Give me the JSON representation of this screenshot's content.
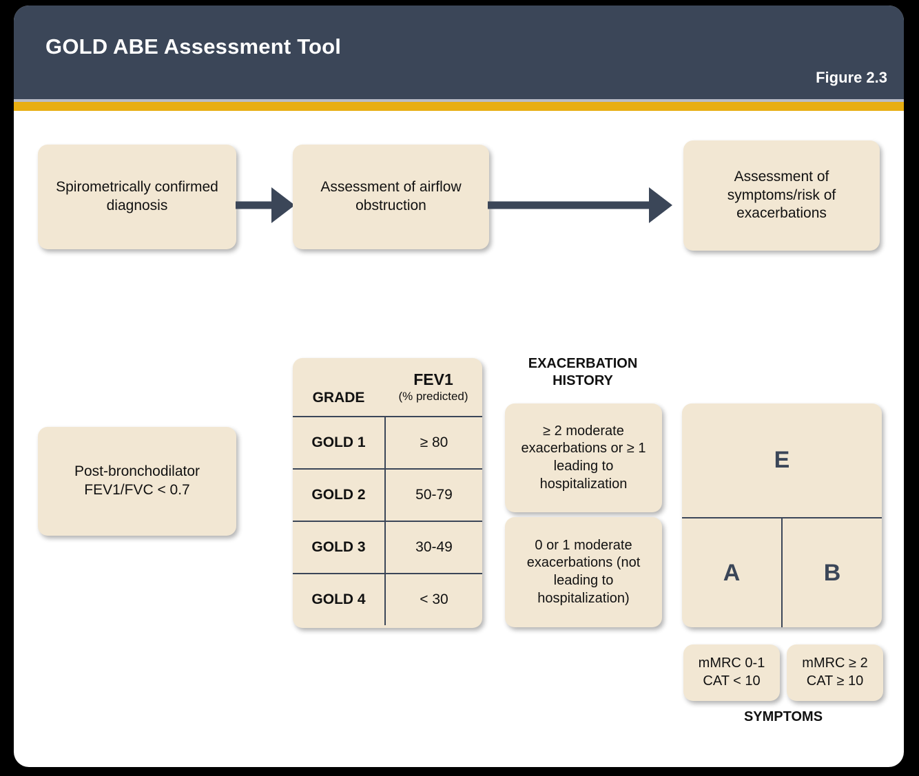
{
  "header": {
    "title": "GOLD ABE Assessment Tool",
    "figure_label": "Figure  2.3",
    "bar_color": "#3b4658",
    "accent_color": "#e8ae12"
  },
  "flow": {
    "step_1": "Spirometrically confirmed diagnosis",
    "step_2": "Assessment of airflow obstruction",
    "step_3": "Assessment of symptoms/risk of exacerbations"
  },
  "criteria": {
    "post_bronchodilator": "Post-bronchodilator FEV1/FVC < 0.7"
  },
  "grade_table": {
    "header_grade": "GRADE",
    "header_value_main": "FEV1",
    "header_value_sub": "(% predicted)",
    "rows": [
      {
        "grade": "GOLD 1",
        "value": "≥ 80"
      },
      {
        "grade": "GOLD 2",
        "value": "50-79"
      },
      {
        "grade": "GOLD 3",
        "value": "30-49"
      },
      {
        "grade": "GOLD 4",
        "value": "< 30"
      }
    ]
  },
  "exacerbation_history": {
    "title": "EXACERBATION HISTORY",
    "high_risk": "≥ 2 moderate exacerbations or ≥ 1 leading to hospitalization",
    "low_risk": "0 or 1 moderate exacerbations (not leading to hospitalization)"
  },
  "abe_grid": {
    "cell_e": "E",
    "cell_a": "A",
    "cell_b": "B",
    "label_color": "#3b4658"
  },
  "symptoms": {
    "label": "SYMPTOMS",
    "low": "mMRC 0-1 CAT < 10",
    "high": "mMRC ≥ 2 CAT ≥ 10"
  },
  "colors": {
    "box_fill": "#f2e7d3",
    "navy": "#3b4658",
    "gold": "#e8ae12",
    "page": "#ffffff",
    "outer": "#000000"
  }
}
